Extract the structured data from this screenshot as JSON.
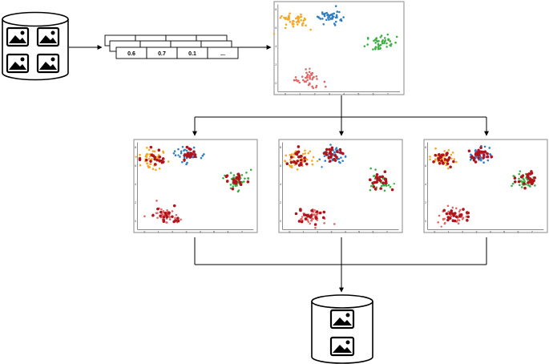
{
  "feature_vector": {
    "values": [
      "0.6",
      "0.7",
      "0.1",
      "..."
    ]
  },
  "colors": {
    "orange": "#f5a623",
    "blue": "#2f7fc1",
    "green": "#3cb043",
    "light_red": "#e06666",
    "dark_red": "#b0141c",
    "line": "#000000",
    "frame": "#888888"
  },
  "scatter_axis": {
    "x_ticks": [
      "0",
      "1",
      "2",
      "3",
      "4",
      "5",
      "6",
      "7"
    ],
    "y_ticks": [
      "0",
      "2",
      "4",
      "6",
      "8"
    ]
  },
  "icons": {
    "input_database": "image-database-icon",
    "output_database": "image-database-icon",
    "image": "image-icon"
  }
}
